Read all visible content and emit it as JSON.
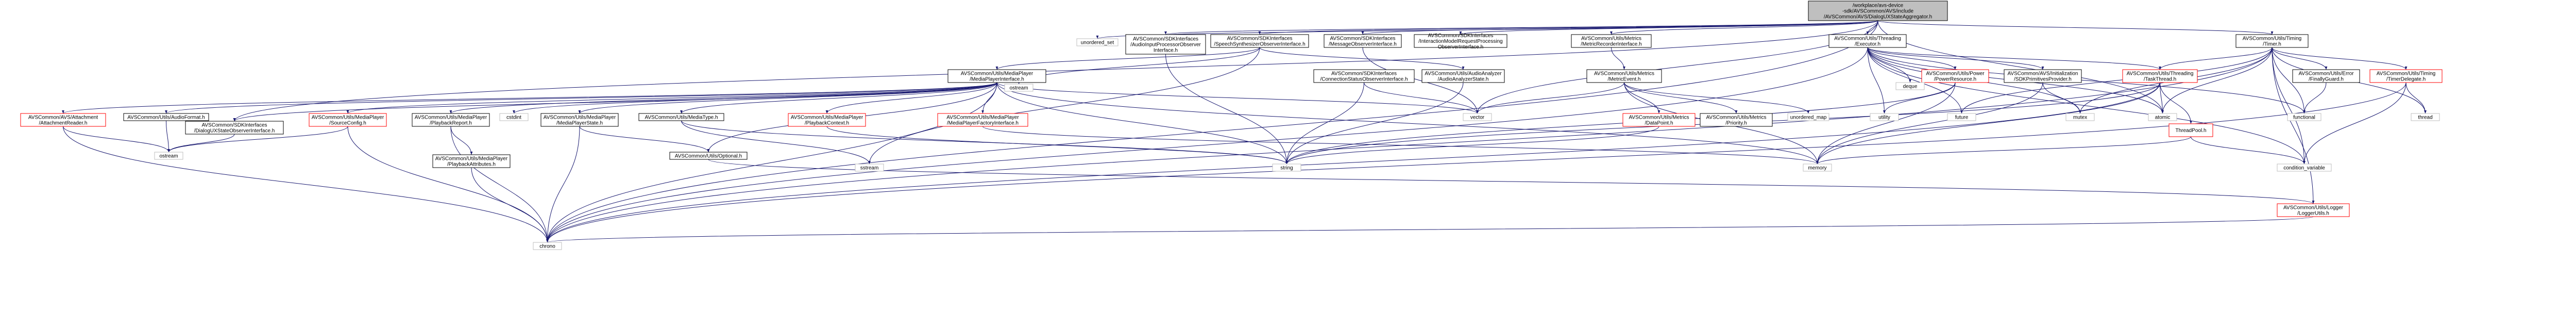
{
  "colors": {
    "edge": "#191970",
    "root_fill": "#bfbfbf",
    "node_border": "#000000",
    "external_border": "#bfbfbf",
    "truncated_border": "#ff0000",
    "node_fill": "#ffffff"
  },
  "nodes": [
    {
      "id": "n0",
      "lines": [
        "/workplace/avs-device",
        "-sdk/AVSCommon/AVS/include",
        "/AVSCommon/AVS/DialogUXStateAggregator.h"
      ],
      "kind": "root"
    },
    {
      "id": "n1",
      "lines": [
        "AVSCommon/SDKInterfaces",
        "/AudioInputProcessorObserver",
        "Interface.h"
      ],
      "kind": "normal"
    },
    {
      "id": "n2",
      "lines": [
        "unordered_set"
      ],
      "kind": "external"
    },
    {
      "id": "n3",
      "lines": [
        "AVSCommon/SDKInterfaces",
        "/SpeechSynthesizerObserverInterface.h"
      ],
      "kind": "normal"
    },
    {
      "id": "n4",
      "lines": [
        "AVSCommon/SDKInterfaces",
        "/MessageObserverInterface.h"
      ],
      "kind": "normal"
    },
    {
      "id": "n5",
      "lines": [
        "AVSCommon/SDKInterfaces",
        "/InteractionModelRequestProcessing",
        "ObserverInterface.h"
      ],
      "kind": "normal"
    },
    {
      "id": "n6",
      "lines": [
        "AVSCommon/Utils/Metrics",
        "/MetricRecorderInterface.h"
      ],
      "kind": "normal"
    },
    {
      "id": "n7",
      "lines": [
        "AVSCommon/Utils/Threading",
        "/Executor.h"
      ],
      "kind": "normal"
    },
    {
      "id": "n8",
      "lines": [
        "AVSCommon/Utils/Timing",
        "/Timer.h"
      ],
      "kind": "normal"
    },
    {
      "id": "n9",
      "lines": [
        "ostream"
      ],
      "kind": "external"
    },
    {
      "id": "n10",
      "lines": [
        "AVSCommon/Utils/MediaPlayer",
        "/MediaPlayerInterface.h"
      ],
      "kind": "normal"
    },
    {
      "id": "n11",
      "lines": [
        "AVSCommon/SDKInterfaces",
        "/ConnectionStatusObserverInterface.h"
      ],
      "kind": "normal"
    },
    {
      "id": "n12",
      "lines": [
        "AVSCommon/Utils/AudioAnalyzer",
        "/AudioAnalyzerState.h"
      ],
      "kind": "normal"
    },
    {
      "id": "n13",
      "lines": [
        "AVSCommon/Utils/Metrics",
        "/MetricEvent.h"
      ],
      "kind": "normal"
    },
    {
      "id": "n14",
      "lines": [
        "AVSCommon/Utils/Power",
        "/PowerResource.h"
      ],
      "kind": "truncated"
    },
    {
      "id": "n15",
      "lines": [
        "deque"
      ],
      "kind": "external"
    },
    {
      "id": "n16",
      "lines": [
        "AVSCommon/AVS/Initialization",
        "/SDKPrimitivesProvider.h"
      ],
      "kind": "normal"
    },
    {
      "id": "n17",
      "lines": [
        "AVSCommon/Utils/Threading",
        "/TaskThread.h"
      ],
      "kind": "truncated"
    },
    {
      "id": "n18",
      "lines": [
        "AVSCommon/Utils/Error",
        "/FinallyGuard.h"
      ],
      "kind": "normal"
    },
    {
      "id": "n19",
      "lines": [
        "AVSCommon/Utils/Timing",
        "/TimerDelegate.h"
      ],
      "kind": "truncated"
    },
    {
      "id": "n20",
      "lines": [
        "AVSCommon/AVS/Attachment",
        "/AttachmentReader.h"
      ],
      "kind": "truncated"
    },
    {
      "id": "n21",
      "lines": [
        "AVSCommon/Utils/AudioFormat.h"
      ],
      "kind": "normal"
    },
    {
      "id": "n22",
      "lines": [
        "AVSCommon/SDKInterfaces",
        "/DialogUXStateObserverInterface.h"
      ],
      "kind": "normal"
    },
    {
      "id": "n23",
      "lines": [
        "AVSCommon/Utils/MediaPlayer",
        "/SourceConfig.h"
      ],
      "kind": "truncated"
    },
    {
      "id": "n24",
      "lines": [
        "AVSCommon/Utils/MediaPlayer",
        "/PlaybackReport.h"
      ],
      "kind": "normal"
    },
    {
      "id": "n25",
      "lines": [
        "cstdint"
      ],
      "kind": "external"
    },
    {
      "id": "n26",
      "lines": [
        "AVSCommon/Utils/MediaPlayer",
        "/MediaPlayerState.h"
      ],
      "kind": "normal"
    },
    {
      "id": "n27",
      "lines": [
        "AVSCommon/Utils/MediaType.h"
      ],
      "kind": "normal"
    },
    {
      "id": "n28",
      "lines": [
        "AVSCommon/Utils/MediaPlayer",
        "/PlaybackContext.h"
      ],
      "kind": "truncated"
    },
    {
      "id": "n29",
      "lines": [
        "AVSCommon/Utils/MediaPlayer",
        "/MediaPlayerFactoryInterface.h"
      ],
      "kind": "truncated"
    },
    {
      "id": "n30",
      "lines": [
        "vector"
      ],
      "kind": "external"
    },
    {
      "id": "n31",
      "lines": [
        "AVSCommon/Utils/Metrics",
        "/DataPoint.h"
      ],
      "kind": "truncated"
    },
    {
      "id": "n32",
      "lines": [
        "AVSCommon/Utils/Metrics",
        "/Priority.h"
      ],
      "kind": "normal"
    },
    {
      "id": "n33",
      "lines": [
        "unordered_map"
      ],
      "kind": "external"
    },
    {
      "id": "n34",
      "lines": [
        "utility"
      ],
      "kind": "external"
    },
    {
      "id": "n35",
      "lines": [
        "future"
      ],
      "kind": "external"
    },
    {
      "id": "n36",
      "lines": [
        "mutex"
      ],
      "kind": "external"
    },
    {
      "id": "n37",
      "lines": [
        "atomic"
      ],
      "kind": "external"
    },
    {
      "id": "n38",
      "lines": [
        "ThreadPool.h"
      ],
      "kind": "truncated"
    },
    {
      "id": "n39",
      "lines": [
        "functional"
      ],
      "kind": "external"
    },
    {
      "id": "n40",
      "lines": [
        "thread"
      ],
      "kind": "external"
    },
    {
      "id": "n41",
      "lines": [
        "ostream"
      ],
      "kind": "external"
    },
    {
      "id": "n42",
      "lines": [
        "AVSCommon/Utils/MediaPlayer",
        "/PlaybackAttributes.h"
      ],
      "kind": "normal"
    },
    {
      "id": "n43",
      "lines": [
        "AVSCommon/Utils/Optional.h"
      ],
      "kind": "normal"
    },
    {
      "id": "n44",
      "lines": [
        "sstream"
      ],
      "kind": "external"
    },
    {
      "id": "n45",
      "lines": [
        "string"
      ],
      "kind": "external"
    },
    {
      "id": "n46",
      "lines": [
        "memory"
      ],
      "kind": "external"
    },
    {
      "id": "n47",
      "lines": [
        "condition_variable"
      ],
      "kind": "external"
    },
    {
      "id": "n48",
      "lines": [
        "AVSCommon/Utils/Logger",
        "/LoggerUtils.h"
      ],
      "kind": "truncated"
    },
    {
      "id": "n49",
      "lines": [
        "chrono"
      ],
      "kind": "external"
    }
  ],
  "edges": [
    [
      "n0",
      "n1"
    ],
    [
      "n0",
      "n2"
    ],
    [
      "n0",
      "n3"
    ],
    [
      "n0",
      "n4"
    ],
    [
      "n0",
      "n5"
    ],
    [
      "n0",
      "n6"
    ],
    [
      "n0",
      "n7"
    ],
    [
      "n0",
      "n8"
    ],
    [
      "n0",
      "n22"
    ],
    [
      "n0",
      "n30"
    ],
    [
      "n0",
      "n37"
    ],
    [
      "n0",
      "n49"
    ],
    [
      "n1",
      "n45"
    ],
    [
      "n3",
      "n9"
    ],
    [
      "n3",
      "n10"
    ],
    [
      "n3",
      "n12"
    ],
    [
      "n3",
      "n44"
    ],
    [
      "n4",
      "n30"
    ],
    [
      "n6",
      "n13"
    ],
    [
      "n7",
      "n14"
    ],
    [
      "n7",
      "n15"
    ],
    [
      "n7",
      "n16"
    ],
    [
      "n7",
      "n17"
    ],
    [
      "n7",
      "n34"
    ],
    [
      "n7",
      "n35"
    ],
    [
      "n7",
      "n36"
    ],
    [
      "n7",
      "n37"
    ],
    [
      "n7",
      "n39"
    ],
    [
      "n7",
      "n47"
    ],
    [
      "n7",
      "n49"
    ],
    [
      "n8",
      "n17"
    ],
    [
      "n8",
      "n18"
    ],
    [
      "n8",
      "n19"
    ],
    [
      "n8",
      "n35"
    ],
    [
      "n8",
      "n36"
    ],
    [
      "n8",
      "n37"
    ],
    [
      "n8",
      "n39"
    ],
    [
      "n8",
      "n40"
    ],
    [
      "n8",
      "n47"
    ],
    [
      "n8",
      "n48"
    ],
    [
      "n8",
      "n49"
    ],
    [
      "n10",
      "n20"
    ],
    [
      "n10",
      "n21"
    ],
    [
      "n10",
      "n22"
    ],
    [
      "n10",
      "n23"
    ],
    [
      "n10",
      "n24"
    ],
    [
      "n10",
      "n25"
    ],
    [
      "n10",
      "n26"
    ],
    [
      "n10",
      "n27"
    ],
    [
      "n10",
      "n28"
    ],
    [
      "n10",
      "n29"
    ],
    [
      "n10",
      "n30"
    ],
    [
      "n10",
      "n43"
    ],
    [
      "n10",
      "n45"
    ],
    [
      "n10",
      "n46"
    ],
    [
      "n10",
      "n49"
    ],
    [
      "n11",
      "n30"
    ],
    [
      "n11",
      "n45"
    ],
    [
      "n12",
      "n45"
    ],
    [
      "n13",
      "n30"
    ],
    [
      "n13",
      "n31"
    ],
    [
      "n13",
      "n32"
    ],
    [
      "n13",
      "n33"
    ],
    [
      "n13",
      "n46"
    ],
    [
      "n14",
      "n34"
    ],
    [
      "n14",
      "n45"
    ],
    [
      "n14",
      "n46"
    ],
    [
      "n16",
      "n36"
    ],
    [
      "n16",
      "n46"
    ],
    [
      "n17",
      "n37"
    ],
    [
      "n17",
      "n38"
    ],
    [
      "n17",
      "n45"
    ],
    [
      "n17",
      "n46"
    ],
    [
      "n17",
      "n49"
    ],
    [
      "n18",
      "n39"
    ],
    [
      "n19",
      "n40"
    ],
    [
      "n19",
      "n47"
    ],
    [
      "n19",
      "n49"
    ],
    [
      "n20",
      "n41"
    ],
    [
      "n20",
      "n49"
    ],
    [
      "n21",
      "n41"
    ],
    [
      "n22",
      "n41"
    ],
    [
      "n23",
      "n41"
    ],
    [
      "n23",
      "n49"
    ],
    [
      "n24",
      "n42"
    ],
    [
      "n24",
      "n49"
    ],
    [
      "n26",
      "n43"
    ],
    [
      "n26",
      "n49"
    ],
    [
      "n27",
      "n44"
    ],
    [
      "n27",
      "n45"
    ],
    [
      "n28",
      "n45"
    ],
    [
      "n29",
      "n46"
    ],
    [
      "n31",
      "n45"
    ],
    [
      "n38",
      "n46"
    ],
    [
      "n38",
      "n47"
    ],
    [
      "n42",
      "n49"
    ],
    [
      "n43",
      "n48"
    ],
    [
      "n48",
      "n49"
    ]
  ]
}
